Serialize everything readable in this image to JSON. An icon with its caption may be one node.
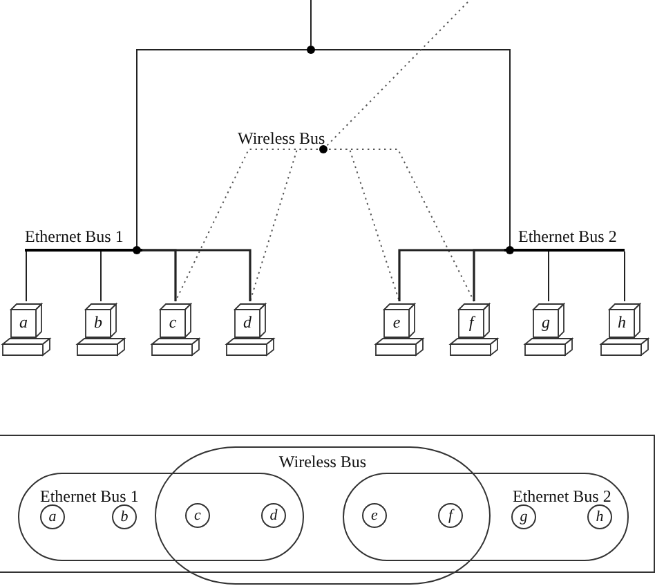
{
  "diagram": {
    "nodes": [
      {
        "text": [],
        "shape": "circle"
      },
      {
        "text": [
          "Wireless Bus"
        ]
      },
      {
        "text": [
          "Ethernet Bus 1"
        ]
      },
      {
        "text": [
          "Ethernet Bus 2"
        ]
      },
      {
        "text": [
          "a"
        ]
      },
      {
        "text": [
          "b"
        ]
      },
      {
        "text": [
          "c"
        ]
      },
      {
        "text": [
          "d"
        ]
      },
      {
        "text": [
          "e"
        ]
      },
      {
        "text": [
          "f"
        ]
      },
      {
        "text": [
          "g"
        ]
      },
      {
        "text": [
          "h"
        ]
      },
      {
        "text": [
          "Wireless Bus"
        ]
      },
      {
        "text": [
          "Ethernet Bus 1"
        ]
      },
      {
        "text": [
          "Ethernet Bus 2"
        ]
      },
      {
        "text": [
          "a"
        ],
        "in": 13
      },
      {
        "text": [
          "b"
        ],
        "in": 13
      },
      {
        "text": [
          "c"
        ]
      },
      {
        "text": [
          "d"
        ]
      },
      {
        "text": [
          "e"
        ]
      },
      {
        "text": [
          "f"
        ]
      },
      {
        "text": [
          "g"
        ],
        "in": 14
      },
      {
        "text": [
          "h"
        ],
        "in": 14
      }
    ],
    "edges": [
      {
        "from": null,
        "to": 0,
        "arrow": "none"
      },
      {
        "from": 0,
        "to": 2,
        "arrow": "none"
      },
      {
        "from": 0,
        "to": 3,
        "arrow": "none"
      },
      {
        "from": 1,
        "to": null,
        "arrow": "none",
        "style": "dashed"
      },
      {
        "from": 1,
        "to": 6,
        "arrow": "none",
        "style": "dashed"
      },
      {
        "from": 1,
        "to": 7,
        "arrow": "none",
        "style": "dashed"
      },
      {
        "from": 1,
        "to": 8,
        "arrow": "none",
        "style": "dashed"
      },
      {
        "from": 1,
        "to": 9,
        "arrow": "none",
        "style": "dashed"
      },
      {
        "from": 2,
        "to": 4,
        "arrow": "none"
      },
      {
        "from": 2,
        "to": 5,
        "arrow": "none"
      },
      {
        "from": 2,
        "to": 6,
        "arrow": "none"
      },
      {
        "from": 2,
        "to": 7,
        "arrow": "none"
      },
      {
        "from": 3,
        "to": 8,
        "arrow": "none"
      },
      {
        "from": 3,
        "to": 9,
        "arrow": "none"
      },
      {
        "from": 3,
        "to": 10,
        "arrow": "none"
      },
      {
        "from": 3,
        "to": 11,
        "arrow": "none"
      }
    ]
  }
}
